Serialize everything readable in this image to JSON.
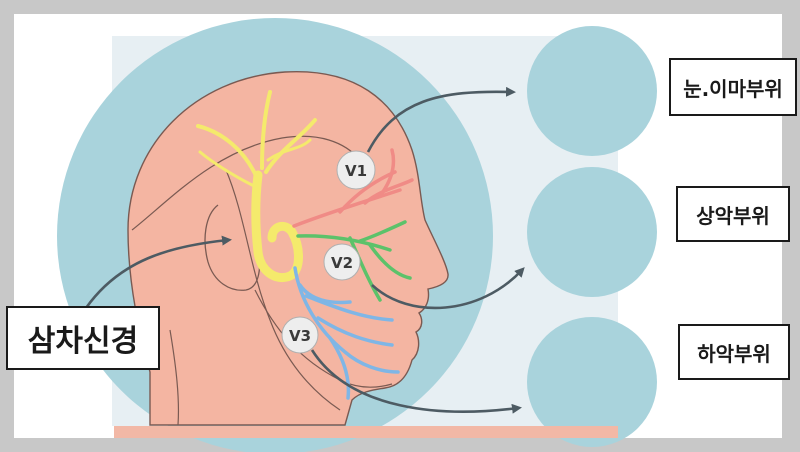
{
  "labels": {
    "main": "삼차신경",
    "v1_region": "눈.이마부위",
    "v2_region": "상악부위",
    "v3_region": "하악부위"
  },
  "branches": {
    "v1": "V1",
    "v2": "V2",
    "v3": "V3"
  },
  "colors": {
    "background": "#c8c8c8",
    "canvas": "#ffffff",
    "circle": "#a9d3dc",
    "skin": "#f4b5a2",
    "skin_outline": "#7a5a52",
    "nerve_trunk": "#f4ea6c",
    "v1_nerve": "#f08b86",
    "v2_nerve": "#5cc26a",
    "v3_nerve": "#7fb6e6",
    "v1_region": "#f03a3a",
    "v2_region": "#1f9e52",
    "v3_region": "#5aa3e6",
    "arrow": "#4d5b63"
  }
}
